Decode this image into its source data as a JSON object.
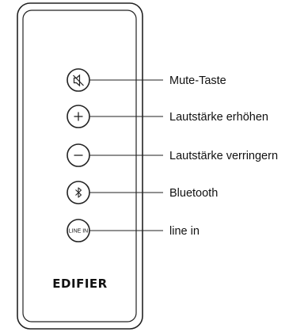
{
  "remote": {
    "brand": "EDIFIER",
    "buttons": [
      {
        "id": "mute",
        "icon": "mute-icon",
        "glyph": "",
        "label": "Mute-Taste"
      },
      {
        "id": "volume-up",
        "icon": "plus-icon",
        "glyph": "",
        "label": "Lautstärke erhöhen"
      },
      {
        "id": "volume-down",
        "icon": "minus-icon",
        "glyph": "",
        "label": "Lautstärke verringern"
      },
      {
        "id": "bluetooth",
        "icon": "bluetooth-icon",
        "glyph": "",
        "label": "Bluetooth"
      },
      {
        "id": "line-in",
        "icon": "line-in-icon",
        "glyph": "LINE IN",
        "label": "line in"
      }
    ]
  },
  "colors": {
    "stroke": "#222222",
    "background": "#ffffff"
  }
}
